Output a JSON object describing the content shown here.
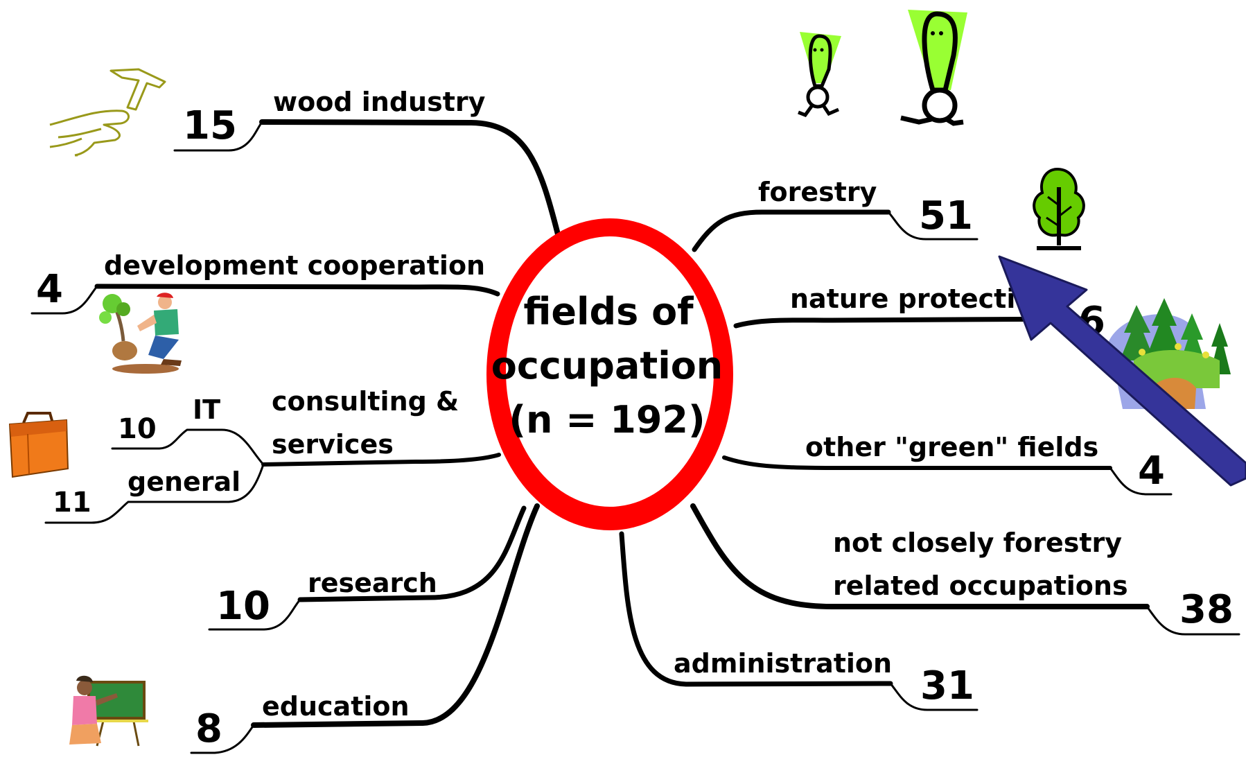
{
  "center": {
    "line1": "fields of",
    "line2": "occupation",
    "line3": "(n = 192)"
  },
  "branches": {
    "wood_industry": {
      "label": "wood industry",
      "count": "15"
    },
    "development_cooperation": {
      "label": "development cooperation",
      "count": "4"
    },
    "consulting": {
      "label_line1": "consulting &",
      "label_line2": "services",
      "it_label": "IT",
      "it_count": "10",
      "general_label": "general",
      "general_count": "11"
    },
    "research": {
      "label": "research",
      "count": "10"
    },
    "education": {
      "label": "education",
      "count": "8"
    },
    "forestry": {
      "label": "forestry",
      "count": "51"
    },
    "nature_protection": {
      "label": "nature protection",
      "count": "6"
    },
    "other_green": {
      "label": "other \"green\" fields",
      "count": "4"
    },
    "not_closely": {
      "label_line1": "not closely forestry",
      "label_line2": "related occupations",
      "count": "38"
    },
    "administration": {
      "label": "administration",
      "count": "31"
    }
  },
  "colors": {
    "ring": "#ff0000",
    "branch": "#000000",
    "arrow": "#35349a",
    "figure_green": "#99ff33",
    "tree_green": "#66cc00"
  },
  "icons": [
    "hammer-hand-icon",
    "planting-man-icon",
    "briefcase-icon",
    "teacher-icon",
    "exclamation-figures-icon",
    "tree-icon",
    "forest-landscape-icon"
  ]
}
